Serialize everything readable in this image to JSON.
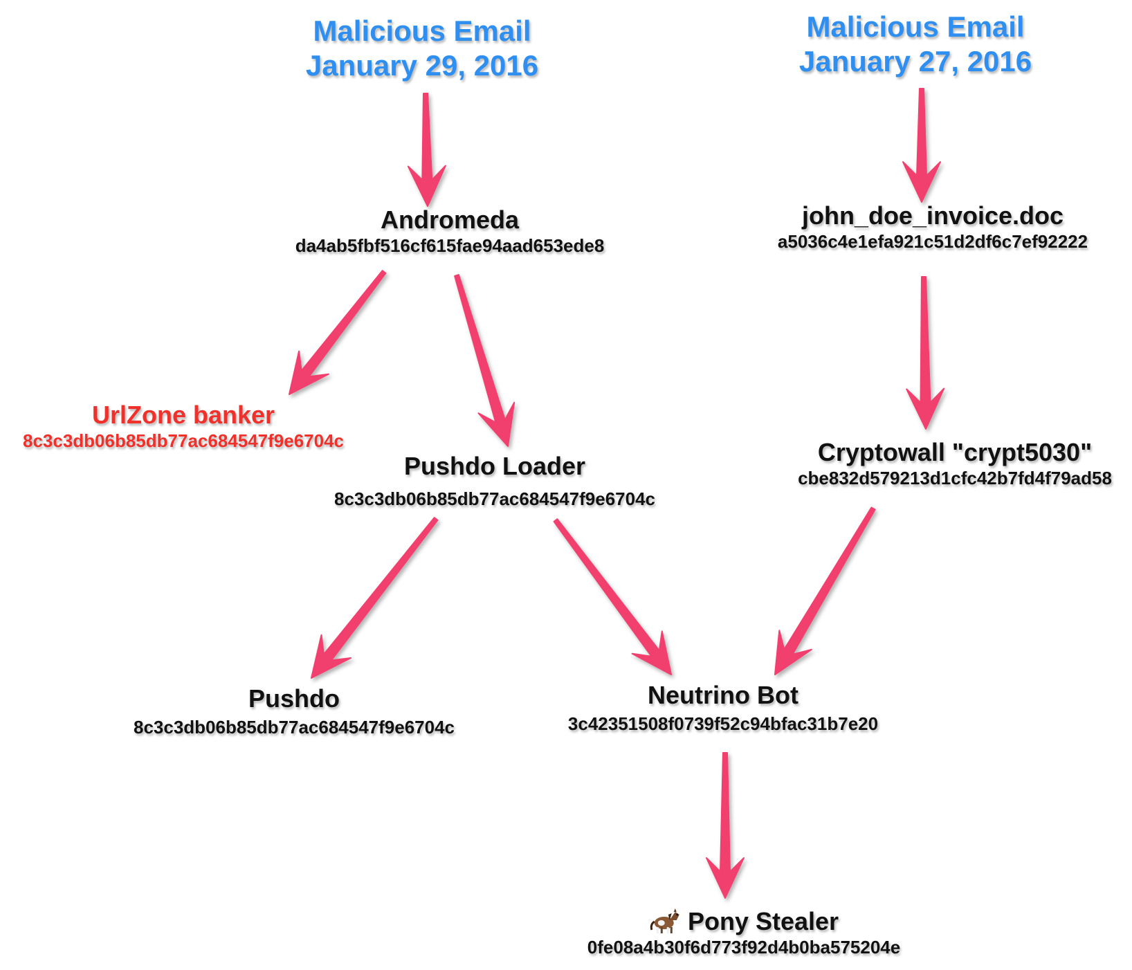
{
  "colors": {
    "arrow": "#f23f6e",
    "email_text": "#2f8ff0",
    "urlzone_text": "#f0302a",
    "node_text": "#111111"
  },
  "nodes": {
    "email1": {
      "title": "Malicious Email",
      "date": "January 29, 2016"
    },
    "email2": {
      "title": "Malicious Email",
      "date": "January 27, 2016"
    },
    "andromeda": {
      "title": "Andromeda",
      "hash": "da4ab5fbf516cf615fae94aad653ede8"
    },
    "invoice": {
      "title": "john_doe_invoice.doc",
      "hash": "a5036c4e1efa921c51d2df6c7ef92222"
    },
    "urlzone": {
      "title": "UrlZone banker",
      "hash": "8c3c3db06b85db77ac684547f9e6704c"
    },
    "pushdo_loader": {
      "title": "Pushdo Loader",
      "hash": "8c3c3db06b85db77ac684547f9e6704c"
    },
    "cryptowall": {
      "title": "Cryptowall \"crypt5030\"",
      "hash": "cbe832d579213d1cfc42b7fd4f79ad58"
    },
    "pushdo": {
      "title": "Pushdo",
      "hash": "8c3c3db06b85db77ac684547f9e6704c"
    },
    "neutrino": {
      "title": "Neutrino Bot",
      "hash": "3c42351508f0739f52c94bfac31b7e20"
    },
    "pony": {
      "title": "Pony Stealer",
      "hash": "0fe08a4b30f6d773f92d4b0ba575204e",
      "icon": "pony-icon"
    }
  },
  "edges": [
    {
      "from": "email1",
      "to": "andromeda"
    },
    {
      "from": "email2",
      "to": "invoice"
    },
    {
      "from": "andromeda",
      "to": "urlzone"
    },
    {
      "from": "andromeda",
      "to": "pushdo_loader"
    },
    {
      "from": "invoice",
      "to": "cryptowall"
    },
    {
      "from": "pushdo_loader",
      "to": "pushdo"
    },
    {
      "from": "pushdo_loader",
      "to": "neutrino"
    },
    {
      "from": "cryptowall",
      "to": "neutrino"
    },
    {
      "from": "neutrino",
      "to": "pony"
    }
  ]
}
